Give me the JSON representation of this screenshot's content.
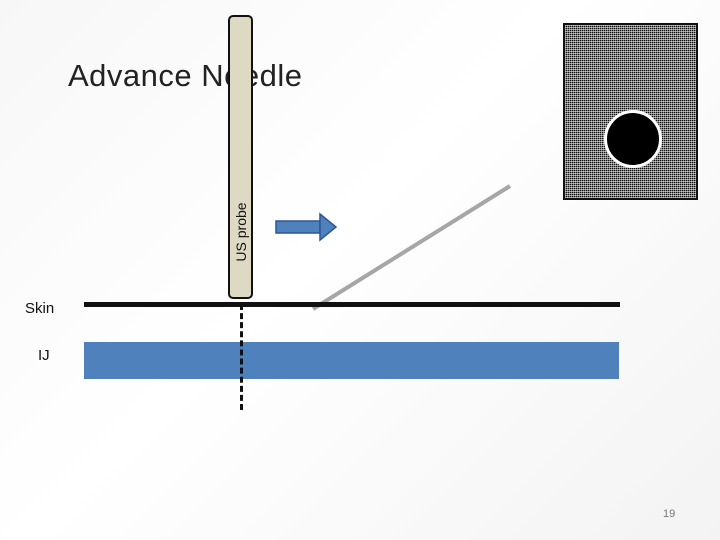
{
  "slide": {
    "title": "Advance Needle",
    "page_number": "19"
  },
  "labels": {
    "skin": "Skin",
    "ij": "IJ",
    "probe": "US probe"
  },
  "colors": {
    "vessel": "#4f81bd",
    "probe": "#ddd9c3",
    "needle": "#a6a6a6",
    "arrow": "#4f81bd"
  }
}
